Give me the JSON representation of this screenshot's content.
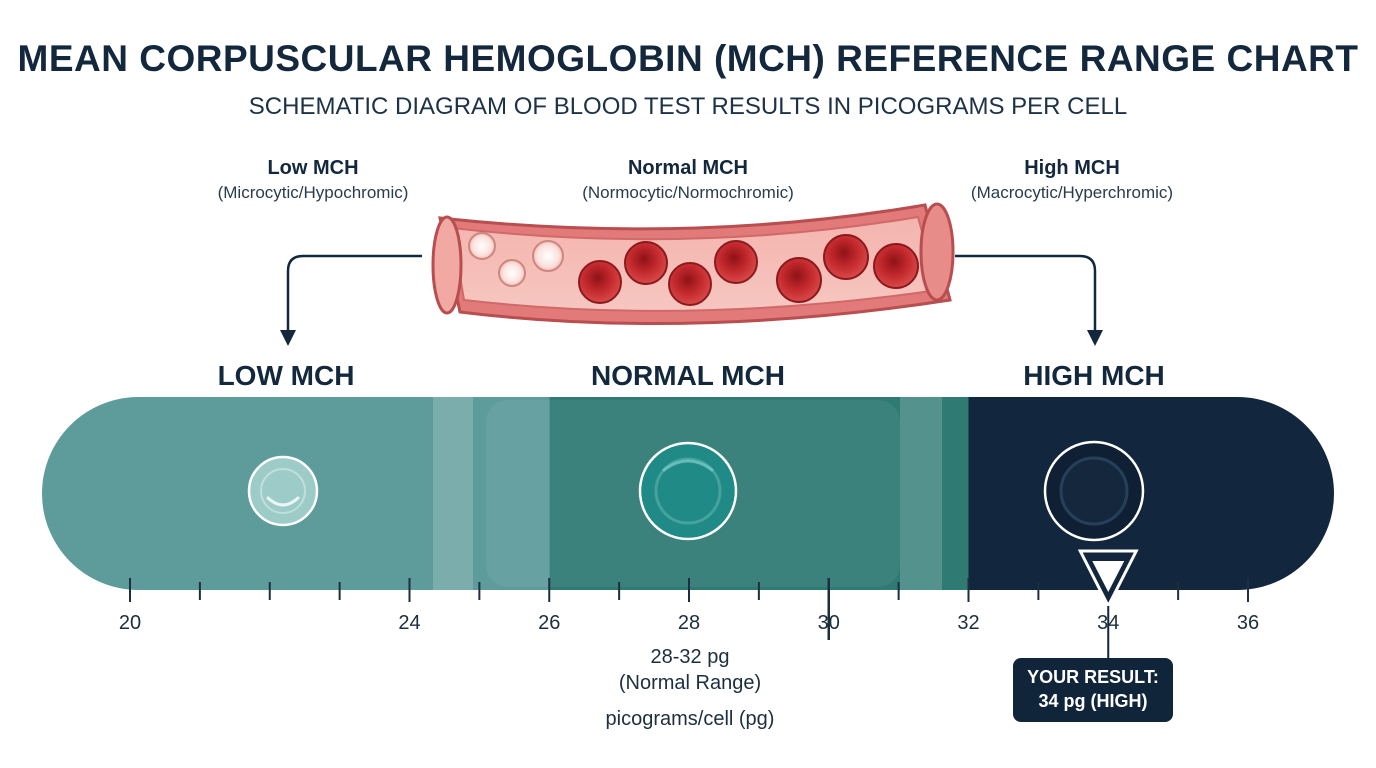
{
  "header": {
    "title": "MEAN CORPUSCULAR HEMOGLOBIN (MCH) REFERENCE RANGE CHART",
    "subtitle": "SCHEMATIC DIAGRAM OF BLOOD TEST RESULTS IN PICOGRAMS PER CELL"
  },
  "categories": [
    {
      "name": "Low MCH",
      "desc": "(Microcytic/Hypochromic)"
    },
    {
      "name": "Normal MCH",
      "desc": "(Normocytic/Normochromic)"
    },
    {
      "name": "High MCH",
      "desc": "(Macrocytic/Hyperchromic)"
    }
  ],
  "zones": [
    {
      "title": "LOW MCH",
      "from": 20,
      "to": 26,
      "color": "#5e9c9c"
    },
    {
      "title": "NORMAL MCH",
      "from": 26,
      "to": 32,
      "color": "#2f7b74"
    },
    {
      "title": "HIGH MCH",
      "from": 32,
      "to": 36,
      "color": "#12263d"
    }
  ],
  "scale": {
    "min": 20,
    "max": 36,
    "labeled_ticks": [
      "20",
      "24",
      "26",
      "28",
      "30",
      "32",
      "34",
      "36"
    ],
    "minor_ticks": [
      21,
      22,
      23,
      25,
      27,
      29,
      31,
      33,
      35
    ],
    "unit_label": "picograms/cell (pg)"
  },
  "normal_range": {
    "line1": "28-32 pg",
    "line2": "(Normal Range)",
    "from": 28,
    "to": 32
  },
  "result": {
    "value": 34,
    "line1": "YOUR RESULT:",
    "line2": "34 pg (HIGH)"
  },
  "colors": {
    "accent_dark": "#12263d",
    "blood_red": "#c42a2e",
    "vessel": "#e98b8a"
  },
  "icons": [
    "blood-vessel-icon",
    "red-blood-cell-icon",
    "arrow-down-icon"
  ]
}
